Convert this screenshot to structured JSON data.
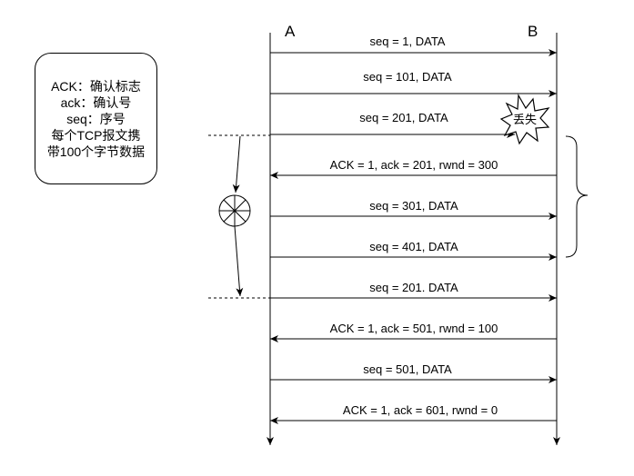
{
  "parties": {
    "a": "A",
    "b": "B"
  },
  "legend": {
    "line1": "ACK：确认标志",
    "line2": "ack：确认号",
    "line3": "seq：序号",
    "line4": "每个TCP报文携",
    "line5": "带100个字节数据"
  },
  "lost_label": "丢失",
  "messages": [
    {
      "label": "seq = 1, DATA",
      "direction": "A→B"
    },
    {
      "label": "seq = 101, DATA",
      "direction": "A→B"
    },
    {
      "label": "seq = 201, DATA",
      "direction": "A→B",
      "lost": true
    },
    {
      "label": "ACK = 1, ack = 201, rwnd = 300",
      "direction": "B→A"
    },
    {
      "label": "seq = 301, DATA",
      "direction": "A→B"
    },
    {
      "label": "seq = 401, DATA",
      "direction": "A→B"
    },
    {
      "label": "seq = 201. DATA",
      "direction": "A→B"
    },
    {
      "label": "ACK = 1, ack = 501, rwnd = 100",
      "direction": "B→A"
    },
    {
      "label": "seq = 501, DATA",
      "direction": "A→B"
    },
    {
      "label": "ACK = 1, ack = 601, rwnd = 0",
      "direction": "B→A"
    }
  ]
}
